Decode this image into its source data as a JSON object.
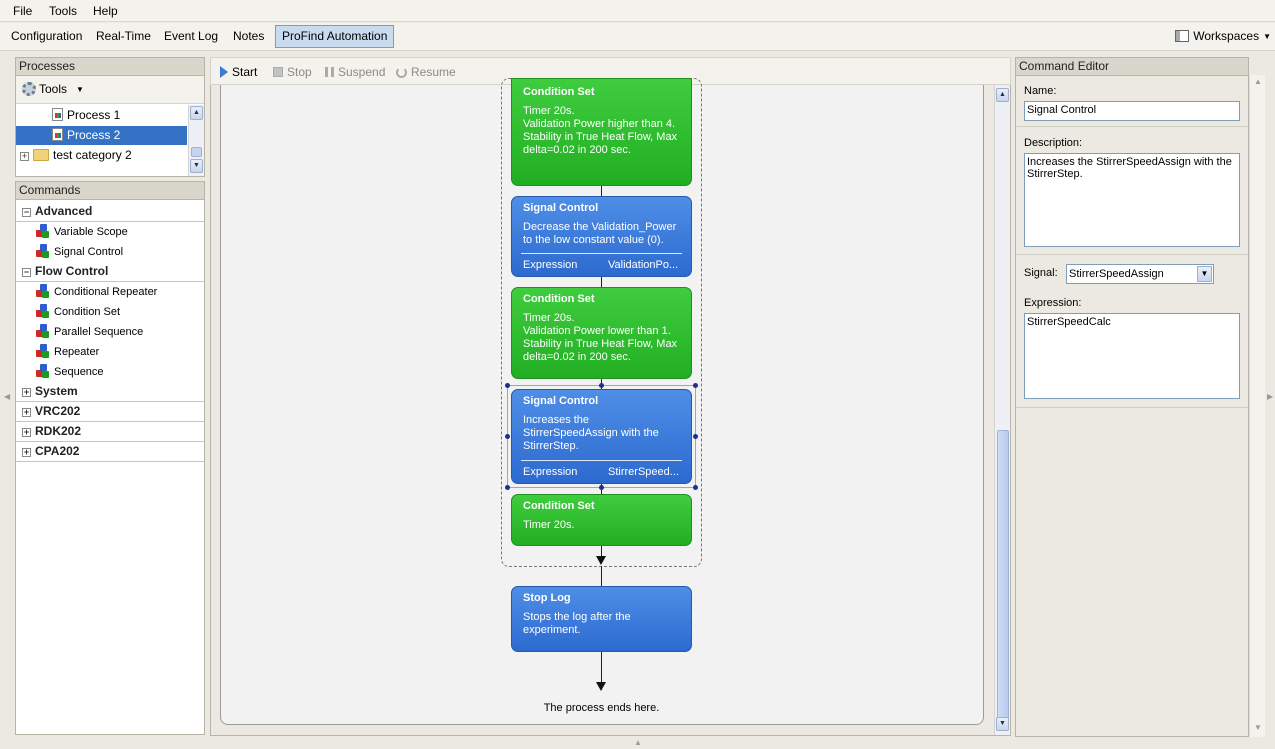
{
  "menu": {
    "file": "File",
    "tools": "Tools",
    "help": "Help"
  },
  "tabs": {
    "configuration": "Configuration",
    "realtime": "Real-Time",
    "eventlog": "Event Log",
    "notes": "Notes",
    "profind": "ProFind Automation",
    "workspaces": "Workspaces"
  },
  "processes": {
    "header": "Processes",
    "tools_label": "Tools",
    "items": [
      {
        "label": "Process 1"
      },
      {
        "label": "Process 2"
      }
    ],
    "category": "test category 2"
  },
  "commands": {
    "header": "Commands",
    "categories": {
      "advanced": "Advanced",
      "flow_control": "Flow Control",
      "system": "System",
      "vrc202": "VRC202",
      "rdk202": "RDK202",
      "cpa202": "CPA202"
    },
    "advanced_items": [
      "Variable Scope",
      "Signal Control"
    ],
    "flow_items": [
      "Conditional Repeater",
      "Condition Set",
      "Parallel Sequence",
      "Repeater",
      "Sequence"
    ]
  },
  "toolbar": {
    "start": "Start",
    "stop": "Stop",
    "suspend": "Suspend",
    "resume": "Resume"
  },
  "flow": {
    "cards": [
      {
        "title": "Condition Set",
        "body": "Timer 20s.\nValidation Power higher than 4.\nStability in True Heat Flow, Max delta=0.02 in 200 sec."
      },
      {
        "title": "Signal Control",
        "body": "Decrease the Validation_Power to the low constant value (0).",
        "expr_label": "Expression",
        "expr_value": "ValidationPo..."
      },
      {
        "title": "Condition Set",
        "body": "Timer 20s.\nValidation Power lower than 1.\nStability in True Heat Flow, Max delta=0.02 in 200 sec."
      },
      {
        "title": "Signal Control",
        "body": "Increases the StirrerSpeedAssign with the StirrerStep.",
        "expr_label": "Expression",
        "expr_value": "StirrerSpeed..."
      },
      {
        "title": "Condition Set",
        "body": "Timer 20s."
      },
      {
        "title": "Stop Log",
        "body": "Stops the log after the experiment."
      }
    ],
    "end_text": "The process ends here."
  },
  "editor": {
    "header": "Command Editor",
    "name_label": "Name:",
    "name_value": "Signal Control",
    "description_label": "Description:",
    "description_value": "Increases the StirrerSpeedAssign with the StirrerStep.",
    "signal_label": "Signal:",
    "signal_value": "StirrerSpeedAssign",
    "expression_label": "Expression:",
    "expression_value": "StirrerSpeedCalc"
  },
  "colors": {
    "condition": "#2fbf2f",
    "signal": "#3a78d8",
    "selection": "#3472c6"
  }
}
